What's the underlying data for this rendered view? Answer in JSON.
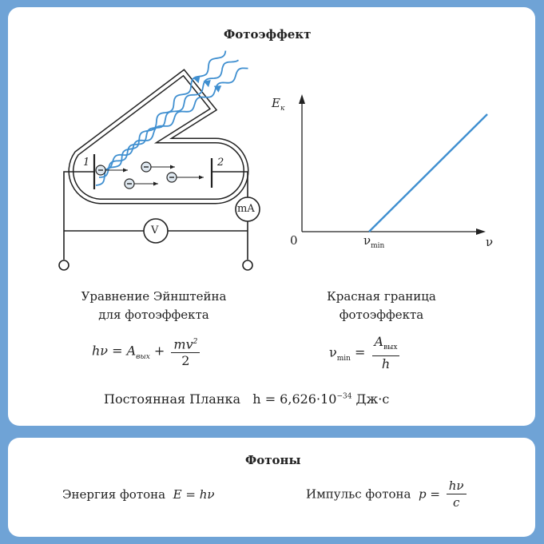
{
  "title": "Фотоэффект",
  "diagram": {
    "cathode_label": "1",
    "anode_label": "2",
    "ammeter_label": "mA",
    "voltmeter_label": "V",
    "wave_color": "#3f8fd0"
  },
  "graph": {
    "y_label": "E",
    "y_label_sub": "к",
    "origin_label": "0",
    "x_mark_label": "ν",
    "x_mark_sub": "min",
    "x_label": "ν",
    "line_color": "#3f8fd0"
  },
  "einstein": {
    "heading_line1": "Уравнение Эйнштейна",
    "heading_line2": "для фотоэффекта",
    "lhs": "hν = A",
    "lhs_sub": "вых",
    "plus": "+",
    "num": "mv",
    "num_sup": "2",
    "den": "2"
  },
  "red_limit": {
    "heading_line1": "Красная граница",
    "heading_line2": "фотоэффекта",
    "lhs": "ν",
    "lhs_sub": "min",
    "eq": "=",
    "num": "A",
    "num_sub": "вых",
    "den": "h"
  },
  "planck": {
    "label": "Постоянная Планка",
    "formula": "h = 6,626·10",
    "exp": "−34",
    "unit": "Дж·с"
  },
  "photons": {
    "title": "Фотоны",
    "energy_label": "Энергия фотона",
    "energy_formula": "E = hν",
    "momentum_label": "Импульс фотона",
    "momentum_lhs": "p =",
    "momentum_num": "hν",
    "momentum_den": "c"
  }
}
